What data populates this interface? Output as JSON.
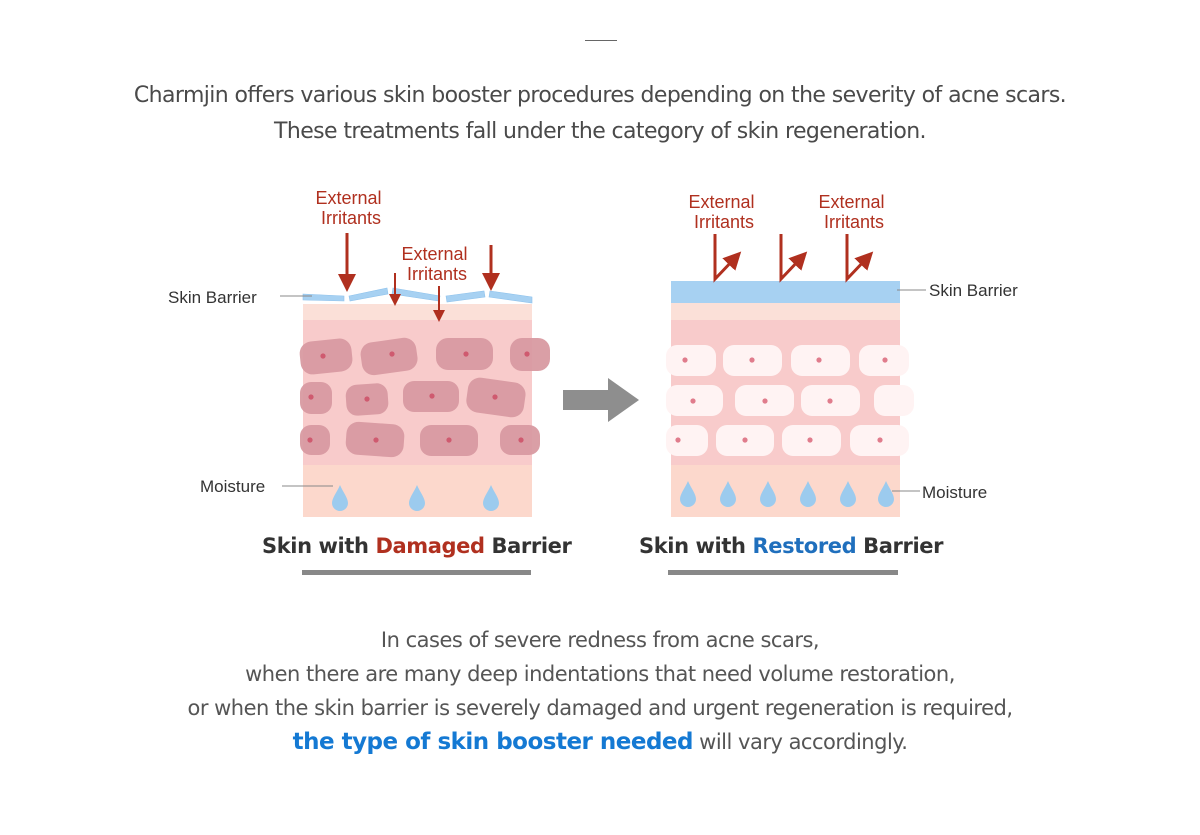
{
  "intro": {
    "line1": "Charmjin offers various skin booster procedures depending on the severity of acne scars.",
    "line2": "These treatments fall under the category of skin regeneration."
  },
  "diagram": {
    "damaged": {
      "irritant_label_1a": "External",
      "irritant_label_1b": "Irritants",
      "irritant_label_2a": "External",
      "irritant_label_2b": "Irritants",
      "skin_barrier_label": "Skin Barrier",
      "moisture_label": "Moisture",
      "caption_prefix": "Skin with ",
      "caption_highlight": "Damaged",
      "caption_suffix": " Barrier"
    },
    "restored": {
      "irritant_label_1a": "External",
      "irritant_label_1b": "Irritants",
      "irritant_label_2a": "External",
      "irritant_label_2b": "Irritants",
      "skin_barrier_label": "Skin Barrier",
      "moisture_label": "Moisture",
      "caption_prefix": "Skin with ",
      "caption_highlight": "Restored",
      "caption_suffix": " Barrier"
    }
  },
  "outro": {
    "line1": "In cases of severe redness from acne scars,",
    "line2": "when there are many deep indentations that need volume restoration,",
    "line3": "or when the skin barrier is severely damaged and urgent regeneration is required,",
    "line4_emphasis": "the type of skin booster needed",
    "line4_rest": " will vary accordingly."
  },
  "colors": {
    "arrow_red": "#b0301f",
    "barrier_blue": "#a7d1f2",
    "moisture_blue": "#9ccbee",
    "skin_pink": "#f8cbcb",
    "emphasis_blue": "#1479d3"
  }
}
